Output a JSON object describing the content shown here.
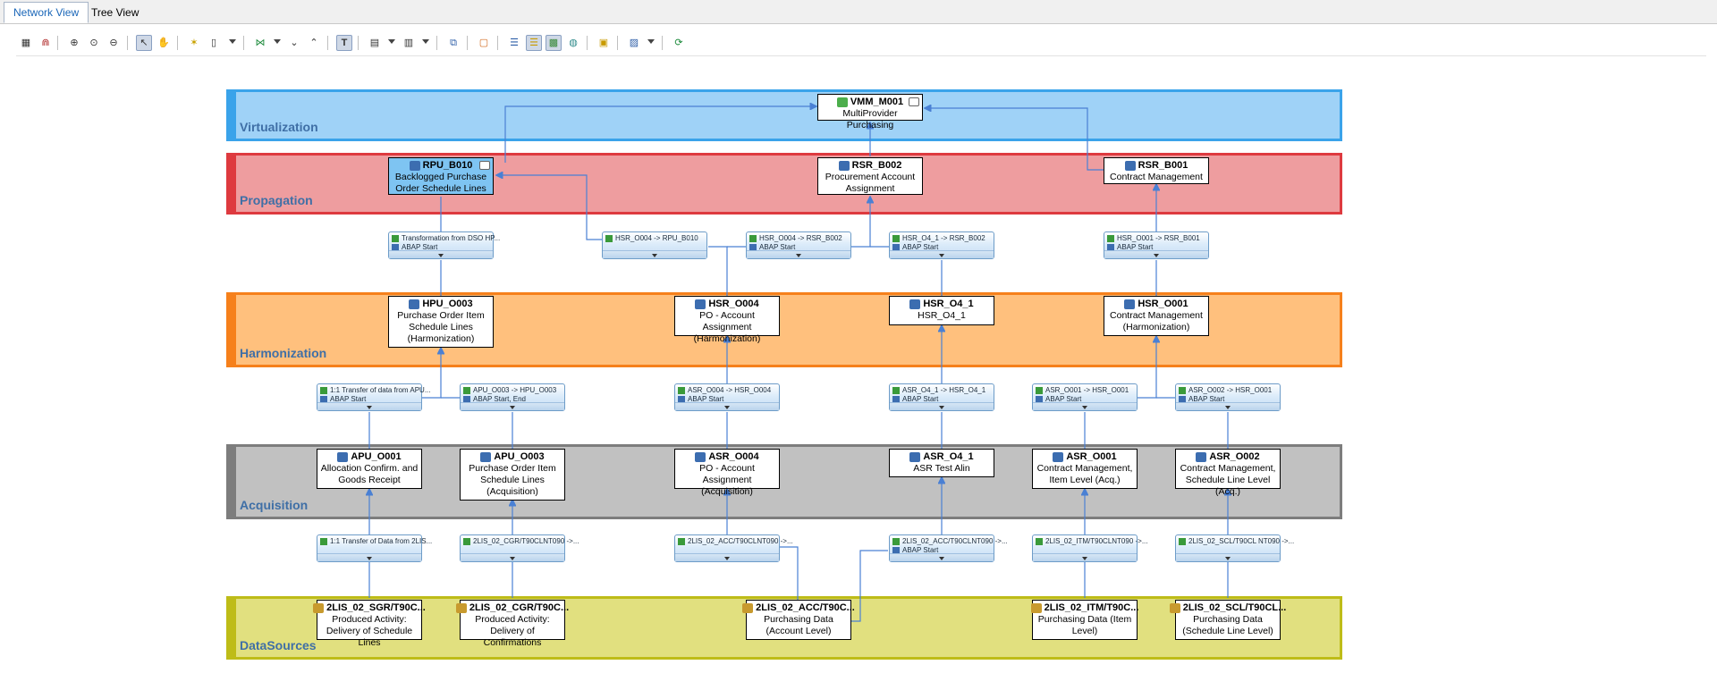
{
  "tabs": [
    {
      "label": "Network View",
      "active": true
    },
    {
      "label": "Tree View",
      "active": false
    }
  ],
  "toolbar": {
    "icons": [
      "grid-icon",
      "magnet-icon",
      "zoom-in-icon",
      "zoom-fit-icon",
      "zoom-out-icon",
      "pointer-icon",
      "hand-icon",
      "wand-icon",
      "column-icon",
      "network-icon",
      "collapse-icon",
      "expand-icon",
      "text-icon",
      "layout-icon",
      "filter-icon",
      "copy-icon",
      "box-icon",
      "layer-icon",
      "highlight-icon",
      "color-icon",
      "globe-icon",
      "report-icon",
      "chart-icon",
      "refresh-icon"
    ],
    "text_button": "T"
  },
  "colors": {
    "virtualization": "#9fd2f7",
    "virtualization_border": "#3aa3ea",
    "propagation": "#ee9d9f",
    "propagation_border": "#de3a3f",
    "harmonization": "#ffc07d",
    "harmonization_border": "#f6801b",
    "acquisition": "#c1c1c1",
    "acquisition_border": "#7d7d7d",
    "datasources": "#e1e07f",
    "datasources_border": "#bebc18",
    "connector": "#4a80d4",
    "selected": "#7ec4f2"
  },
  "layers": [
    {
      "label": "Virtualization"
    },
    {
      "label": "Propagation"
    },
    {
      "label": "Harmonization"
    },
    {
      "label": "Acquisition"
    },
    {
      "label": "DataSources"
    }
  ],
  "nodes": {
    "vmm_m001": {
      "name": "VMM_M001",
      "desc": "MultiProvider Purchasing"
    },
    "rpu_b010": {
      "name": "RPU_B010",
      "desc": "Backlogged Purchase Order Schedule Lines"
    },
    "rsr_b002": {
      "name": "RSR_B002",
      "desc": "Procurement Account Assignment"
    },
    "rsr_b001": {
      "name": "RSR_B001",
      "desc": "Contract Management"
    },
    "hpu_o003": {
      "name": "HPU_O003",
      "desc": "Purchase Order Item Schedule Lines (Harmonization)"
    },
    "hsr_o004": {
      "name": "HSR_O004",
      "desc": "PO - Account Assignment (Harmonization)"
    },
    "hsr_o4_1": {
      "name": "HSR_O4_1",
      "desc": "HSR_O4_1"
    },
    "hsr_o001": {
      "name": "HSR_O001",
      "desc": "Contract Management (Harmonization)"
    },
    "apu_o001": {
      "name": "APU_O001",
      "desc": "Allocation Confirm. and Goods Receipt"
    },
    "apu_o003": {
      "name": "APU_O003",
      "desc": "Purchase Order Item Schedule Lines (Acquisition)"
    },
    "asr_o004": {
      "name": "ASR_O004",
      "desc": "PO - Account Assignment (Acquisition)"
    },
    "asr_o4_1": {
      "name": "ASR_O4_1",
      "desc": "ASR Test Alin"
    },
    "asr_o001": {
      "name": "ASR_O001",
      "desc": "Contract Management, Item Level (Acq.)"
    },
    "asr_o002": {
      "name": "ASR_O002",
      "desc": "Contract Management, Schedule Line Level (Acq.)"
    },
    "ds_sgr": {
      "name": "2LIS_02_SGR/T90C...",
      "desc": "Produced Activity: Delivery of Schedule Lines"
    },
    "ds_cgr": {
      "name": "2LIS_02_CGR/T90C...",
      "desc": "Produced Activity: Delivery of Confirmations"
    },
    "ds_acc": {
      "name": "2LIS_02_ACC/T90C...",
      "desc": "Purchasing Data (Account Level)"
    },
    "ds_itm": {
      "name": "2LIS_02_ITM/T90C...",
      "desc": "Purchasing Data (Item Level)"
    },
    "ds_scl": {
      "name": "2LIS_02_SCL/T90CL...",
      "desc": "Purchasing Data (Schedule Line Level)"
    }
  },
  "transformations": {
    "t_rpu": {
      "title": "Transformation from DSO HP...",
      "dtp": "ABAP Start"
    },
    "t_hsr4_rpu": {
      "title": "HSR_O004 -> RPU_B010",
      "dtp": ""
    },
    "t_hsr4_rsr2": {
      "title": "HSR_O004 -> RSR_B002",
      "dtp": "ABAP Start"
    },
    "t_hsr41_rsr2": {
      "title": "HSR_O4_1 -> RSR_B002",
      "dtp": "ABAP Start"
    },
    "t_hsr1_rsr1": {
      "title": "HSR_O001 -> RSR_B001",
      "dtp": "ABAP Start"
    },
    "t_apu1_h": {
      "title": "1:1 Transfer of data from APU...",
      "dtp": "ABAP Start"
    },
    "t_apu3_h": {
      "title": "APU_O003 -> HPU_O003",
      "dtp": "ABAP Start, End"
    },
    "t_asr4_h": {
      "title": "ASR_O004 -> HSR_O004",
      "dtp": "ABAP Start"
    },
    "t_asr41_h": {
      "title": "ASR_O4_1 -> HSR_O4_1",
      "dtp": "ABAP Start"
    },
    "t_asr1_h": {
      "title": "ASR_O001 -> HSR_O001",
      "dtp": "ABAP Start"
    },
    "t_asr2_h": {
      "title": "ASR_O002 -> HSR_O001",
      "dtp": "ABAP Start"
    },
    "t_sgr": {
      "title": "1:1 Transfer of Data from 2LIS...",
      "dtp": ""
    },
    "t_cgr": {
      "title": "2LIS_02_CGR/T90CLNT090 ->...",
      "dtp": ""
    },
    "t_acc": {
      "title": "2LIS_02_ACC/T90CLNT090 ->...",
      "dtp": ""
    },
    "t_acc2": {
      "title": "2LIS_02_ACC/T90CLNT090 ->...",
      "dtp": "ABAP Start"
    },
    "t_itm": {
      "title": "2LIS_02_ITM/T90CLNT090 ->...",
      "dtp": ""
    },
    "t_scl": {
      "title": "2LIS_02_SCL/T90CL NT090 ->...",
      "dtp": ""
    }
  }
}
